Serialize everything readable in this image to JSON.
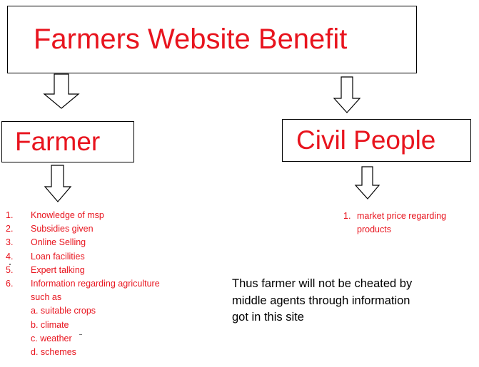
{
  "title": "Farmers Website  Benefit",
  "farmer": {
    "label": "Farmer",
    "items": [
      {
        "num": "1.",
        "text": "Knowledge of msp"
      },
      {
        "num": "2.",
        "text": " Subsidies  given"
      },
      {
        "num": "3.",
        "text": "Online Selling"
      },
      {
        "num": "4.",
        "text": "Loan facilities"
      },
      {
        "num": "5.",
        "text": "Expert talking"
      },
      {
        "num": "6.",
        "text": "Information regarding agriculture"
      }
    ],
    "continuation": [
      "such as",
      "a. suitable crops",
      "b. climate",
      "c. weather",
      "d. schemes"
    ]
  },
  "civil": {
    "label": "Civil People",
    "items": [
      {
        "num": "1.",
        "text": "market price regarding",
        "continuation": "products"
      }
    ]
  },
  "conclusion": "Thus farmer will not be cheated by middle agents through information got in this site",
  "colors": {
    "text_accent": "#e8141e",
    "border": "#000000",
    "background": "#ffffff"
  }
}
